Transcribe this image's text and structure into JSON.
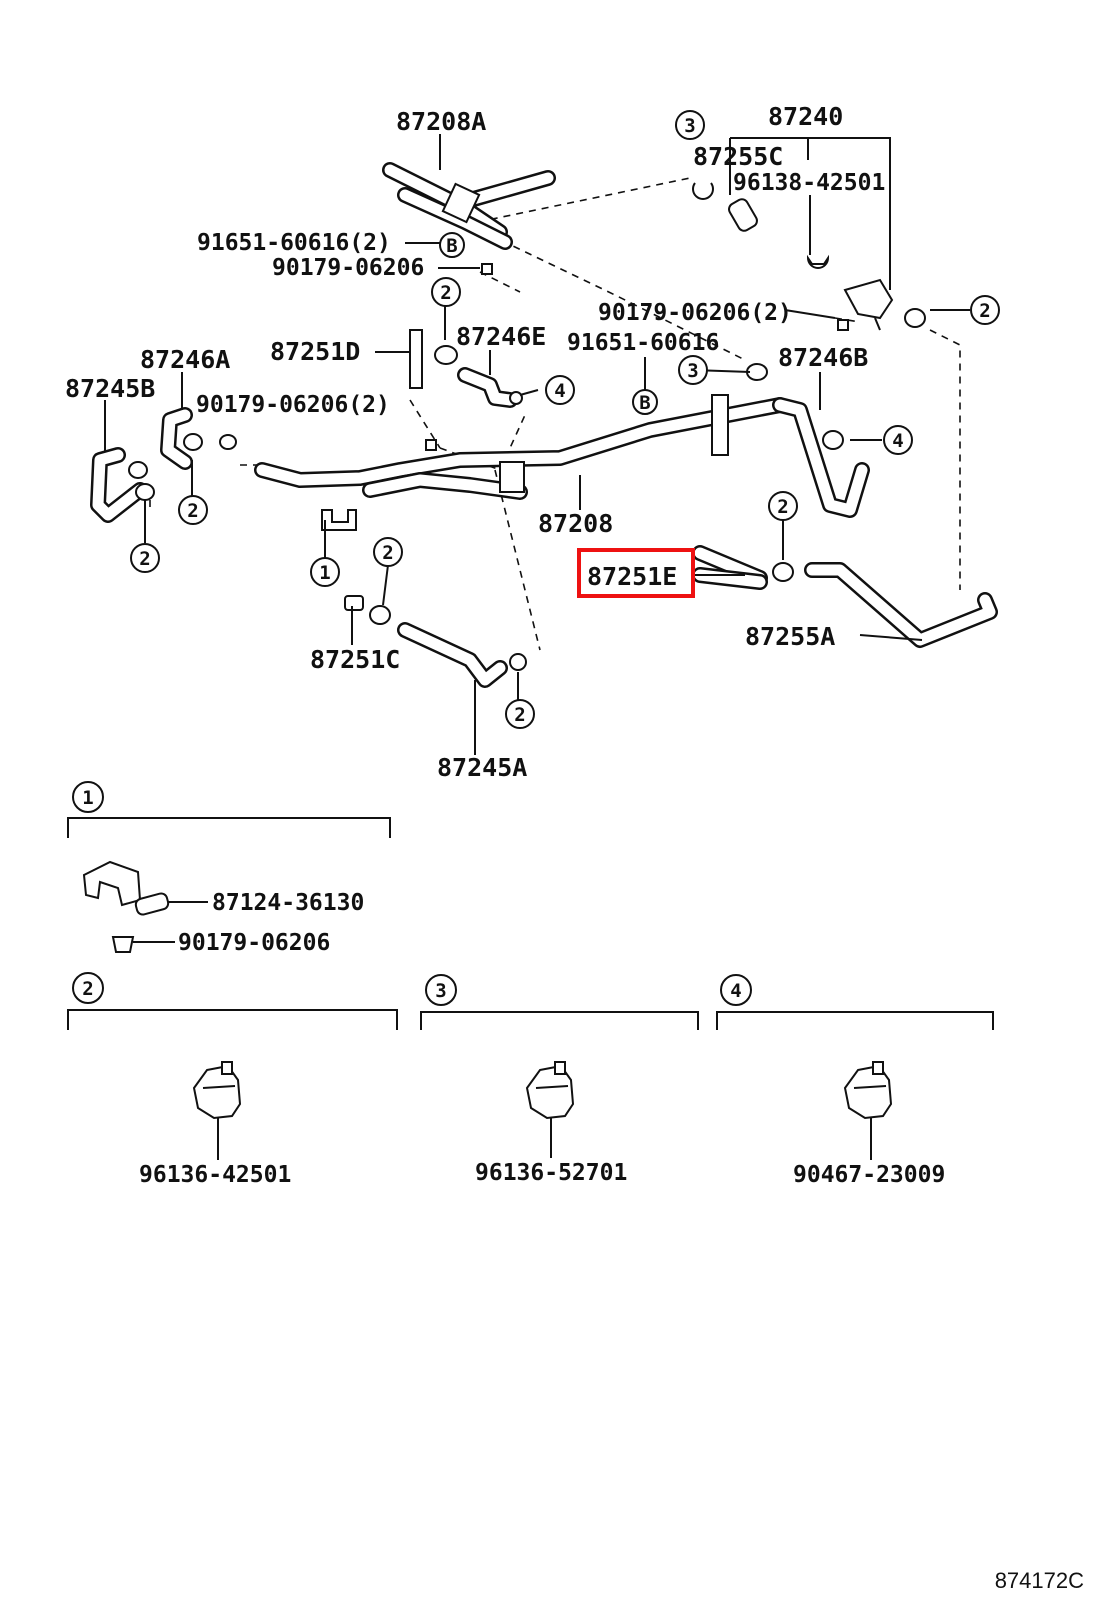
{
  "labels": {
    "p87208A": "87208A",
    "p87240": "87240",
    "p87255C": "87255C",
    "p96138": "96138-42501",
    "p91651_2": "91651-60616(2)",
    "p90179_top": "90179-06206",
    "p90179_2r": "90179-06206(2)",
    "p87246E": "87246E",
    "p91651": "91651-60616",
    "p87251D": "87251D",
    "p87246A": "87246A",
    "p87246B": "87246B",
    "p87245B": "87245B",
    "p90179_2l": "90179-06206(2)",
    "p87208": "87208",
    "p87251E": "87251E",
    "p87255A": "87255A",
    "p87251C": "87251C",
    "p87245A": "87245A"
  },
  "markers": {
    "m1": "1",
    "m2": "2",
    "m3": "3",
    "m4": "4",
    "mB": "B"
  },
  "insets": {
    "inset1": {
      "num": "1",
      "part_a": "87124-36130",
      "part_b": "90179-06206"
    },
    "inset2": {
      "num": "2",
      "part": "96136-42501"
    },
    "inset3": {
      "num": "3",
      "part": "96136-52701"
    },
    "inset4": {
      "num": "4",
      "part": "90467-23009"
    }
  },
  "highlighted_part": "87251E",
  "highlight_color": "#ee1111",
  "figure_ref": "874172C"
}
